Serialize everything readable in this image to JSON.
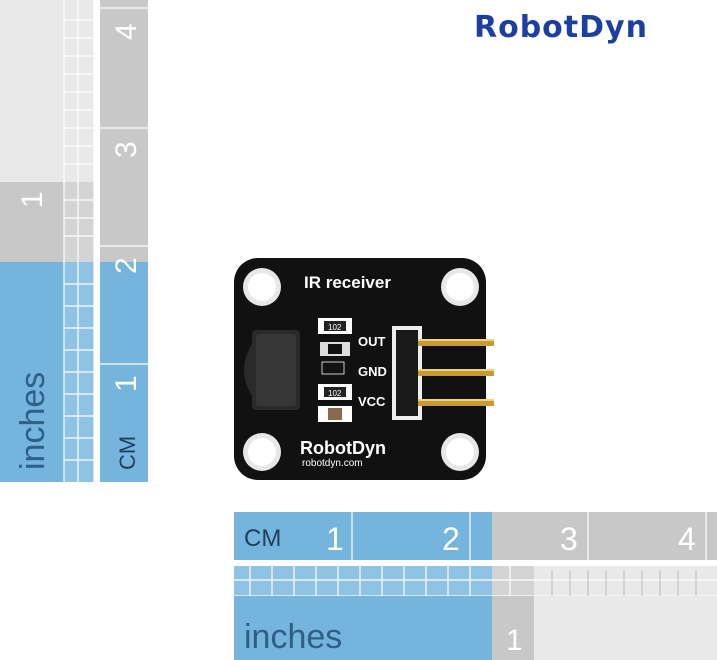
{
  "brand": "RobotDyn",
  "vertical_ruler": {
    "inches_label": "inches",
    "cm_label": "CM",
    "inch_numbers": [
      "1"
    ],
    "cm_numbers": [
      "1",
      "2",
      "3",
      "4"
    ]
  },
  "horizontal_ruler": {
    "cm_label": "CM",
    "inches_label": "inches",
    "cm_numbers": [
      "1",
      "2",
      "3",
      "4"
    ],
    "inch_numbers": [
      "1"
    ]
  },
  "module": {
    "title": "IR receiver",
    "pins": [
      "OUT",
      "GND",
      "VCC"
    ],
    "logo": "RobotDyn",
    "url": "robotdyn.com",
    "resistor_code": "102"
  },
  "colors": {
    "blue": "#74b4dd",
    "gray": "#c8c8c8",
    "light_gray": "#e9e9e9",
    "board": "#111111",
    "brand": "#1d3fa0"
  }
}
